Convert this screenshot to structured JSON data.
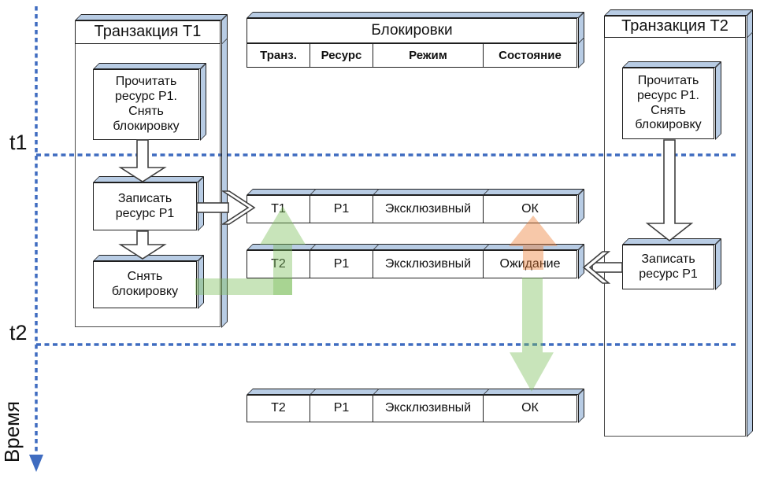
{
  "axis": {
    "t1": "t1",
    "t2": "t2",
    "label": "Время"
  },
  "transaction1": {
    "title": "Транзакция Т1",
    "step1": "Прочитать\nресурс Р1.\nСнять\nблокировку",
    "step2": "Записать\nресурс Р1",
    "step3": "Снять\nблокировку"
  },
  "transaction2": {
    "title": "Транзакция Т2",
    "step1": "Прочитать\nресурс Р1.\nСнять\nблокировку",
    "step2": "Записать\nресурс Р1"
  },
  "locks": {
    "title": "Блокировки",
    "columns": [
      "Транз.",
      "Ресурс",
      "Режим",
      "Состояние"
    ],
    "rows": [
      [
        "Т1",
        "Р1",
        "Эксклюзивный",
        "ОК"
      ],
      [
        "Т2",
        "Р1",
        "Эксклюзивный",
        "Ожидание"
      ],
      [
        "Т2",
        "Р1",
        "Эксклюзивный",
        "ОК"
      ]
    ]
  },
  "colors": {
    "bevel": "#b8cce4",
    "timeline_dash": "#3f6cc0",
    "green_arrow": "#7cbf5b",
    "orange_arrow": "#ed7d31"
  }
}
